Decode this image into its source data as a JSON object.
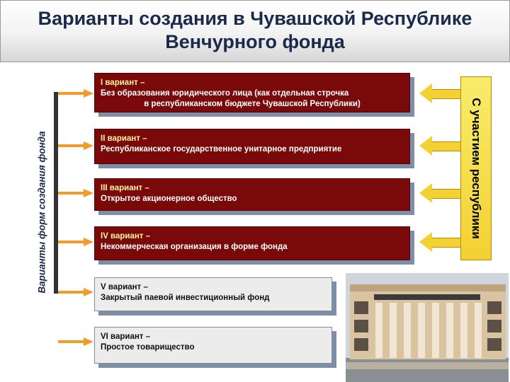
{
  "title": {
    "line1": "Варианты создания в Чувашской Республике",
    "line2": "Венчурного фонда"
  },
  "left_label": "Варианты форм создания фонда",
  "right_label": "С участием республики",
  "variants": [
    {
      "head": "I вариант –",
      "text_lines": [
        "Без образования юридического лица (как отдельная строчка",
        "в республиканском бюджете Чувашской Республики)"
      ]
    },
    {
      "head": "II вариант –",
      "text_lines": [
        "Республиканское государственное унитарное предприятие"
      ]
    },
    {
      "head": "III вариант –",
      "text_lines": [
        "Открытое акционерное общество"
      ]
    },
    {
      "head": "IV вариант –",
      "text_lines": [
        "Некоммерческая организация в форме фонда"
      ]
    },
    {
      "head": "V вариант –",
      "text_lines": [
        "Закрытый паевой инвестиционный фонд"
      ]
    },
    {
      "head": "VI вариант –",
      "text_lines": [
        "Простое товарищество"
      ]
    }
  ],
  "colors": {
    "dark_box": "#7a0a0a",
    "arrow_orange": "#f29b2c",
    "banner_yellow": "#f3d133"
  }
}
